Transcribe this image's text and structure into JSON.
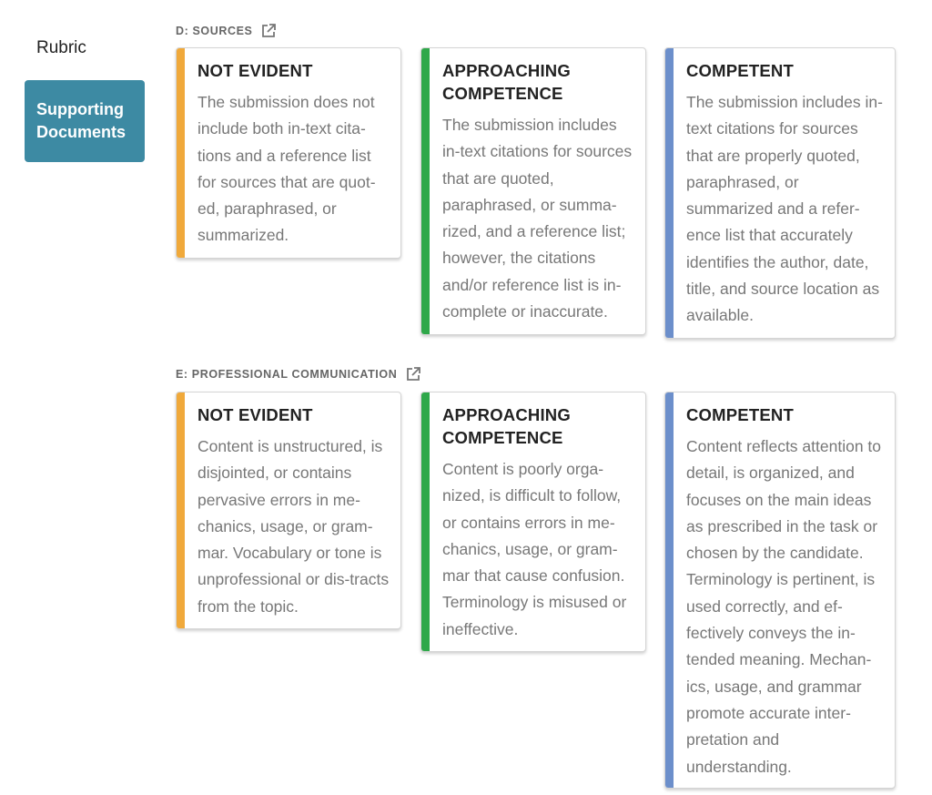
{
  "sidebar": {
    "rubric_label": "Rubric",
    "supporting_line1": "Supporting",
    "supporting_line2": "Documents"
  },
  "colors": {
    "not_evident": "#f0a93b",
    "approaching": "#2fa84a",
    "competent": "#6c8fcb",
    "sidebar_active": "#3d8aa3"
  },
  "sections": [
    {
      "heading": "D: SOURCES",
      "cards": [
        {
          "title": "NOT EVIDENT",
          "text": "The submission does not include both in-text cita-tions and a reference list for sources that are quot-ed, paraphrased, or summarized."
        },
        {
          "title": "APPROACHING COMPETENCE",
          "text": "The submission includes in-text citations for sources that are quoted, paraphrased, or summa-rized, and a reference list; however, the citations and/or reference list is in-complete or inaccurate."
        },
        {
          "title": "COMPETENT",
          "text": "The submission includes in-text citations for sources that are properly quoted, paraphrased, or summarized and a refer-ence list that accurately identifies the author, date, title, and source location as available."
        }
      ]
    },
    {
      "heading": "E: PROFESSIONAL COMMUNICATION",
      "cards": [
        {
          "title": "NOT EVIDENT",
          "text": "Content is unstructured, is disjointed, or contains pervasive errors in me-chanics, usage, or gram-mar. Vocabulary or tone is unprofessional or dis-tracts from the topic."
        },
        {
          "title": "APPROACHING COMPETENCE",
          "text": "Content is poorly orga-nized, is difficult to follow, or contains errors in me-chanics, usage, or gram-mar that cause confusion. Terminology is misused or ineffective."
        },
        {
          "title": "COMPETENT",
          "text": "Content reflects attention to detail, is organized, and focuses on the main ideas as prescribed in the task or chosen by the candidate. Terminology is pertinent, is used correctly, and ef-fectively conveys the in-tended meaning. Mechan-ics, usage, and grammar promote accurate inter-pretation and understanding."
        }
      ]
    }
  ]
}
